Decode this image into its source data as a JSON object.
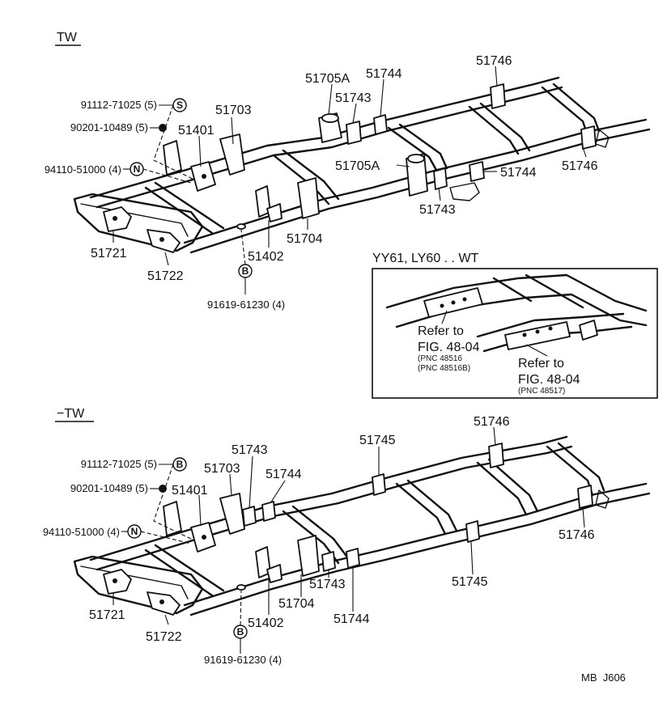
{
  "sections": {
    "top": {
      "title": "TW"
    },
    "bottom": {
      "title": "−TW"
    }
  },
  "top_labels": {
    "p91112": "91112-71025 (5)",
    "p90201": "90201-10489 (5)",
    "p94110": "94110-51000 (4)",
    "p91619": "91619-61230 (4)",
    "p51703": "51703",
    "p51401": "51401",
    "p51705A_1": "51705A",
    "p51744_1": "51744",
    "p51743_1": "51743",
    "p51746_1": "51746",
    "p51705A_2": "51705A",
    "p51744_2": "51744",
    "p51746_2": "51746",
    "p51743_2": "51743",
    "p51704": "51704",
    "p51402": "51402",
    "p51721": "51721",
    "p51722": "51722"
  },
  "top_symbols": {
    "s1": "S",
    "s2": "N",
    "s3": "B"
  },
  "inset": {
    "title": "YY61, LY60 . . WT",
    "refer1_a": "Refer to",
    "refer1_b": "FIG. 48-04",
    "pnc1_a": "(PNC 48516",
    "pnc1_b": "(PNC 48516B)",
    "refer2_a": "Refer to",
    "refer2_b": "FIG. 48-04",
    "pnc2": "(PNC 48517)"
  },
  "bottom_labels": {
    "p91112": "91112-71025 (5)",
    "p90201": "90201-10489 (5)",
    "p94110": "94110-51000 (4)",
    "p91619": "91619-61230 (4)",
    "p51743_1": "51743",
    "p51703": "51703",
    "p51744_1": "51744",
    "p51401": "51401",
    "p51745_1": "51745",
    "p51746_1": "51746",
    "p51746_2": "51746",
    "p51745_2": "51745",
    "p51704": "51704",
    "p51743_2": "51743",
    "p51744_2": "51744",
    "p51402": "51402",
    "p51721": "51721",
    "p51722": "51722"
  },
  "bottom_symbols": {
    "s1": "B",
    "s2": "N",
    "s3": "B"
  },
  "footer_code": "MB  J606"
}
